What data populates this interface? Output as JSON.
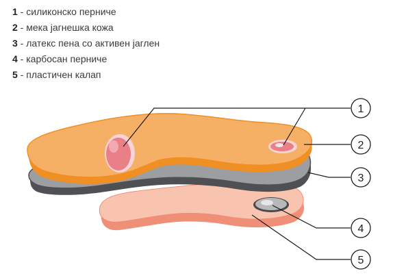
{
  "legend": {
    "items": [
      {
        "number": "1",
        "separator": " - ",
        "text": "силиконско перниче"
      },
      {
        "number": "2",
        "separator": " - ",
        "text": "мека јагнешка кожа"
      },
      {
        "number": "3",
        "separator": " - ",
        "text": "латекс пена со активен јаглен"
      },
      {
        "number": "4",
        "separator": " - ",
        "text": "карбосан перниче"
      },
      {
        "number": "5",
        "separator": " - ",
        "text": "пластичен калап"
      }
    ]
  },
  "callouts": [
    "1",
    "2",
    "3",
    "4",
    "5"
  ],
  "colors": {
    "leather_top": "#f6b066",
    "leather_edge": "#ef8f24",
    "foam_top": "#9c9ea1",
    "foam_edge": "#4f5053",
    "shell_top": "#f8c4b0",
    "shell_edge": "#ef8f78",
    "silicone_pad": "#e98088",
    "carbosan_pad": "#b8b8ba",
    "line": "#1a1a1a"
  }
}
